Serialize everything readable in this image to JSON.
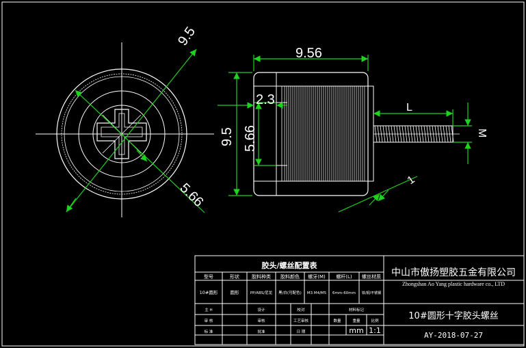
{
  "dimensions": {
    "front_diameter": "9.5",
    "front_inner": "5.66",
    "side_width": "9.56",
    "side_height": "9.5",
    "side_inner_height": "5.66",
    "side_offset": "2.3",
    "screw_length": "L",
    "screw_thread": "M",
    "pitch": "1"
  },
  "title_block": {
    "table_title": "胶头/螺丝配置表",
    "headers": [
      "型号",
      "形状",
      "胶料种类",
      "胶料颜色",
      "螺牙(M)",
      "螺杆(L)",
      "螺丝材质"
    ],
    "row": [
      "10#圆形",
      "圆形",
      "PP/ABS/尼龙",
      "黑/白(可配色)",
      "M3 M4/M5",
      "6mm-60mm",
      "铁/铜/不锈钢"
    ],
    "company_cn": "中山市傲扬塑胶五金有限公司",
    "company_en": "Zhongshan Ao Yang plastic hardware co., LTD",
    "part_name": "10#圆形十字胶头螺丝",
    "unit": "mm",
    "scale": "1:1",
    "doc_code": "AY-2018-07-27",
    "labels": {
      "r1c1": "主 H",
      "r1c2": "设计",
      "r1c3": "校对",
      "r2c1": "审 核",
      "r2c2": "审核",
      "r2c3": "工艺审核",
      "r3c1": "标 准",
      "r3c2": "批准",
      "r3c3": "日 期",
      "material": "材料标记",
      "qty": "数量",
      "weight": "重量",
      "ratio": "比例"
    }
  }
}
